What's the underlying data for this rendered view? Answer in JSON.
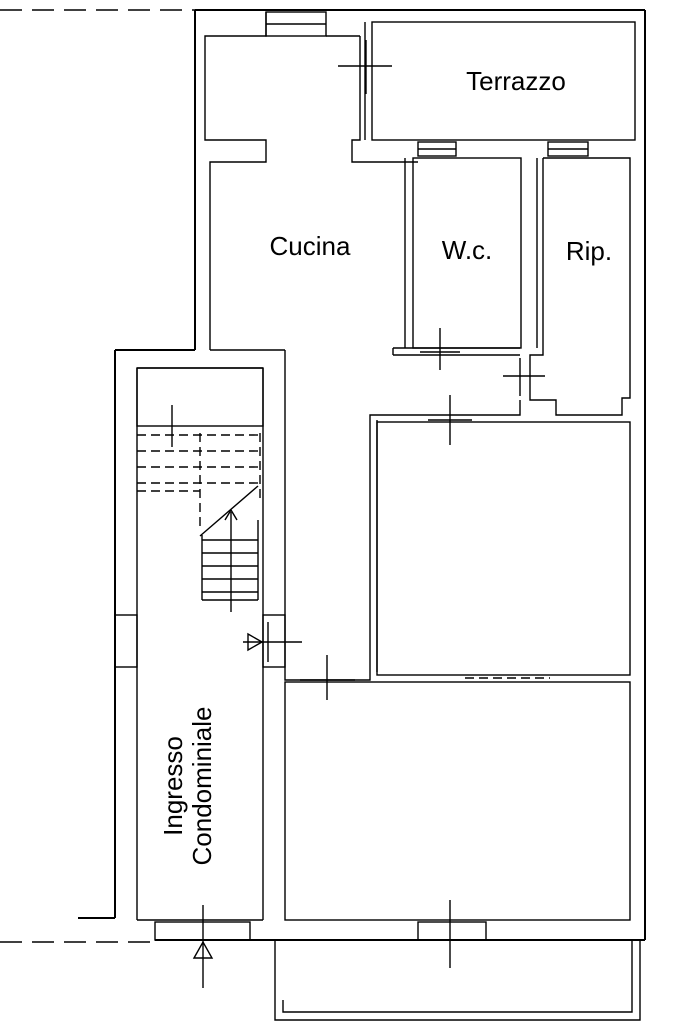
{
  "rooms": {
    "terrazzo": "Terrazzo",
    "cucina": "Cucina",
    "wc": "W.c.",
    "rip": "Rip.",
    "ingresso_line1": "Ingresso",
    "ingresso_line2": "Condominiale"
  }
}
